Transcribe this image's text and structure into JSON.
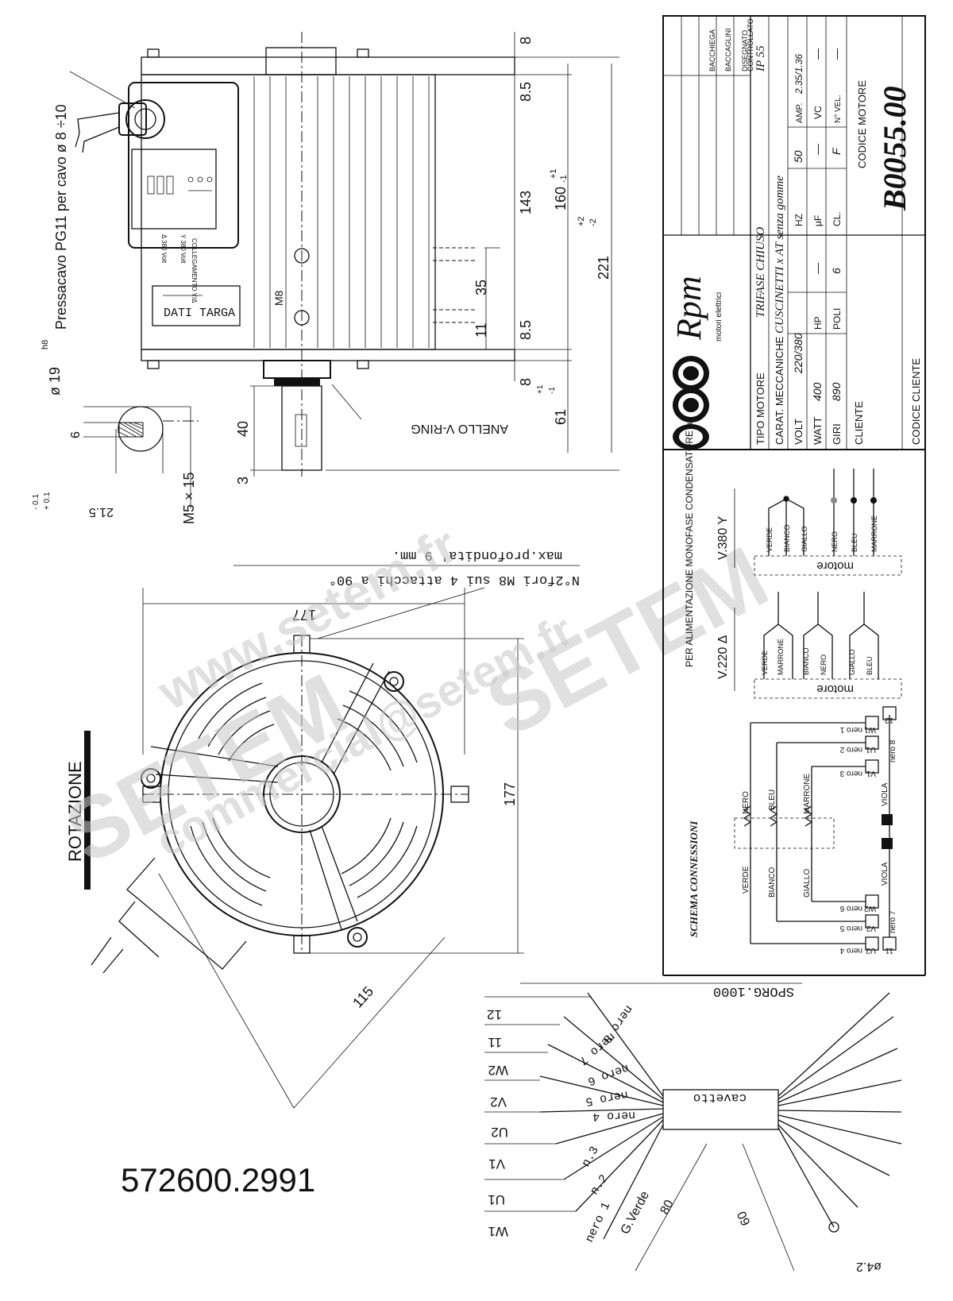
{
  "part_number": "572600.2991",
  "watermark": {
    "site": "www.setem.fr",
    "brand": "SETEM",
    "email": "commercial@setem.fr"
  },
  "side_view": {
    "cable_gland_label": "Pressacavo PG11 per cavo ø 8 ÷10",
    "plate_label": "DATI TARGA",
    "terminal_box_label": "COLLEGAMENTO Y/Δ",
    "terminal_y": "Y 380 Volt",
    "terminal_d": "Δ 380 Volt",
    "bolt_label": "M8",
    "ring_label": "ANELLO V-RING",
    "shaft_dia": "ø 19",
    "shaft_tol": "h8",
    "key_width": "6",
    "key_dim": "21.5",
    "key_tol_plus": "+ 0.1",
    "key_tol_minus": "- 0.1",
    "thread": "M5 × 15",
    "dims": {
      "d8_top": "8",
      "d8_5_top": "8.5",
      "d143": "143",
      "d160": "160",
      "d160_tol_plus": "+1",
      "d160_tol_minus": "-1",
      "d221": "221",
      "d221_tol_plus": "+2",
      "d221_tol_minus": "-2",
      "d35": "35",
      "d11": "11",
      "d8_5_bot": "8.5",
      "d8_bot": "8",
      "d8_tol_plus": "+1",
      "d8_tol_minus": "-1",
      "d61": "61",
      "d40": "40",
      "d3": "3"
    }
  },
  "front_view": {
    "rotation_label": "ROTAZIONE",
    "holes_note": "N°2fori M8 sui 4 attacchi a 90°",
    "depth_note": "max.profondita' 9 mm.",
    "d177_h": "177",
    "d177_v": "177",
    "d115": "115"
  },
  "title_block": {
    "approvals": [
      "BACCHIEGA",
      "BACCAGLINI",
      "DISEGNATO",
      "CONTROLLATO"
    ],
    "brand": "Rpm",
    "brand_sub": "motori elettrici",
    "tipo_motore_label": "TIPO MOTORE",
    "tipo_motore": "TRIFASE CHIUSO",
    "ip": "IP 55",
    "carat_label": "CARAT. MECCANICHE",
    "carat": "CUSCINETTI x AT senza gomme",
    "volt_label": "VOLT",
    "volt": "220/380",
    "hz_label": "HZ",
    "hz": "50",
    "amp_label": "AMP.",
    "amp": "2.35/1.36",
    "watt_label": "WATT",
    "watt": "400",
    "hp_label": "HP",
    "hp": "—",
    "uf_label": "μF",
    "uf": "—",
    "vc_label": "VC",
    "vc": "—",
    "giri_label": "GIRI",
    "giri": "890",
    "poli_label": "POLI",
    "poli": "6",
    "cl_label": "CL.",
    "cl": "F",
    "nvel_label": "N° VEL.",
    "nvel": "—",
    "cliente_label": "CLIENTE",
    "codice_motore_label": "CODICE MOTORE",
    "codice_motore": "B0055.00",
    "codice_cliente_label": "CODICE CLIENTE"
  },
  "power_section": {
    "title": "PER ALIMENTAZIONE MONOFASE CONDENSATORE μF",
    "y380_label": "V.380 Y",
    "d220_label": "V.220 Δ",
    "motore": "motore",
    "y_wires": [
      "VERDE",
      "BIANCO",
      "GIALLO",
      "NERO",
      "BLEU",
      "MARRONE"
    ],
    "d_wires": [
      "VERDE",
      "MARRONE",
      "BIANCO",
      "NERO",
      "GIALLO",
      "BLEU"
    ]
  },
  "schema": {
    "title": "SCHEMA CONNESSIONI",
    "left_terminals": [
      [
        "U2",
        "nero 4"
      ],
      [
        "V2",
        "nero 5"
      ],
      [
        "W2",
        "nero 6"
      ]
    ],
    "right_terminals": [
      [
        "W1",
        "nero 1"
      ],
      [
        "U1",
        "nero 2"
      ],
      [
        "V1",
        "nero 3"
      ]
    ],
    "t11": "11",
    "t12": "12",
    "nero7": "nero 7",
    "nero8": "nero 8",
    "viola": "VIOLA",
    "coils_top": [
      "NERO",
      "BLEU",
      "MARRONE"
    ],
    "coils_bot": [
      "VERDE",
      "BIANCO",
      "GIALLO"
    ]
  },
  "cable": {
    "length_label": "SPORG.1000",
    "cavetto": "cavetto",
    "terms": [
      "12",
      "11",
      "W2",
      "V2",
      "U2",
      "V1",
      "U1",
      "W1"
    ],
    "wires": [
      "nero 8",
      "nero 7",
      "nero 6",
      "nero 5",
      "nero 4",
      "n.3",
      "n.2",
      "nero 1",
      "G.Verde"
    ],
    "d80": "80",
    "d60": "60",
    "d42": "ø4.2"
  }
}
